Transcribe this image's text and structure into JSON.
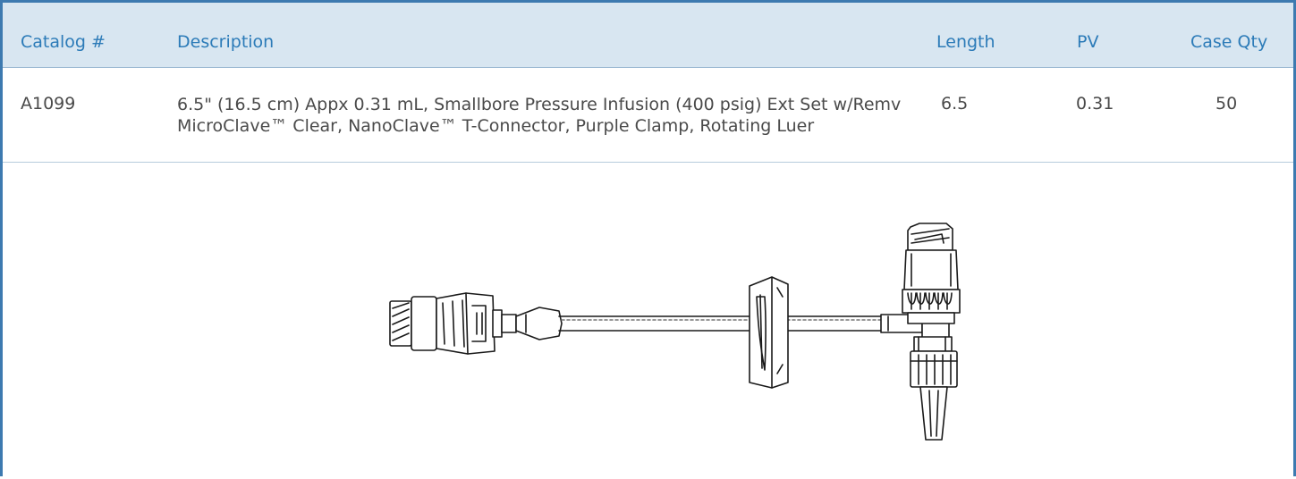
{
  "table": {
    "columns": {
      "catalog": "Catalog #",
      "description": "Description",
      "length": "Length",
      "pv": "PV",
      "case_qty": "Case Qty"
    },
    "rows": [
      {
        "catalog": "A1099",
        "description": "6.5\" (16.5 cm) Appx 0.31 mL, Smallbore Pressure Infusion (400 psig) Ext Set w/Remv MicroClave™ Clear, NanoClave™ T-Connector, Purple Clamp, Rotating Luer",
        "length": "6.5",
        "pv": "0.31",
        "case_qty": "50"
      }
    ]
  },
  "colors": {
    "border": "#3d7ab0",
    "header_bg": "#d8e6f1",
    "header_text": "#2c7bb8",
    "body_text": "#4a4a4a"
  },
  "figure": {
    "icon": "extension-set-drawing-icon"
  }
}
